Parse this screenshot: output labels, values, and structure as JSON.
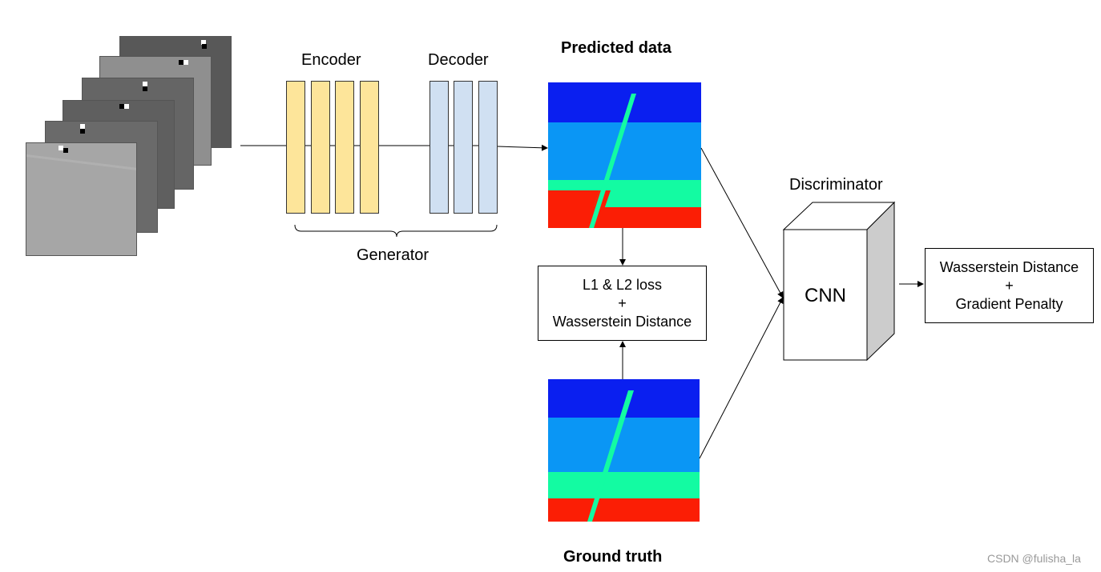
{
  "labels": {
    "encoder": "Encoder",
    "decoder": "Decoder",
    "generator": "Generator",
    "predicted": "Predicted data",
    "ground_truth": "Ground truth",
    "discriminator": "Discriminator",
    "cnn": "CNN"
  },
  "loss_box": {
    "line1": "L1 & L2 loss",
    "line2": "+",
    "line3": "Wasserstein Distance"
  },
  "wd_box": {
    "line1": "Wasserstein Distance",
    "line2": "+",
    "line3": "Gradient Penalty"
  },
  "watermark": "CSDN @fulisha_la",
  "colors": {
    "encoder_fill": "#fde59a",
    "decoder_fill": "#d0e0f2",
    "velocity_dark_blue": "#0a1ff0",
    "velocity_light_blue": "#0a96f5",
    "velocity_green": "#13fba2",
    "velocity_red": "#fb1e05"
  }
}
